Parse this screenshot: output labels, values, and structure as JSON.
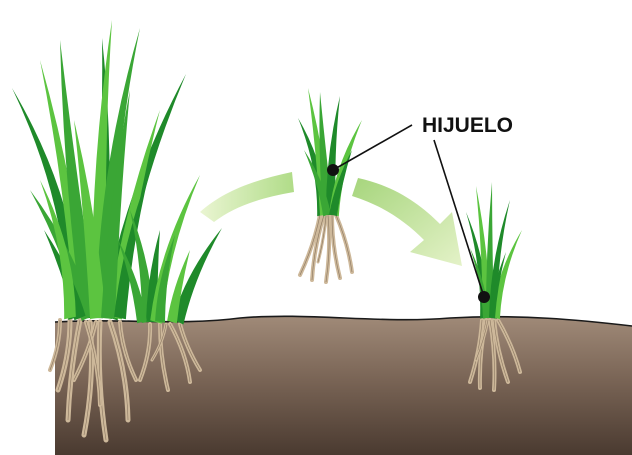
{
  "diagram": {
    "callout": {
      "label": "HIJUELO",
      "targets": [
        "detached-shoot",
        "transplanted-shoot"
      ]
    },
    "elements": {
      "mother_clump": "grass-clump-with-roots",
      "detached_shoot": "grass-shoot-with-roots",
      "transplanted_shoot": "grass-shoot-with-roots",
      "arrows": [
        "arrow-clump-to-shoot",
        "arrow-shoot-to-soil"
      ]
    },
    "colors": {
      "leaf_dark": "#1f8a2a",
      "leaf_light": "#5cc440",
      "leaf_mid": "#3aa635",
      "root": "#cdb89a",
      "soil_top": "#a08a78",
      "soil_bottom": "#4a3a30",
      "arrow_light": "#e4f2c8",
      "arrow_dark": "#a9d880",
      "callout": "#111111"
    }
  }
}
